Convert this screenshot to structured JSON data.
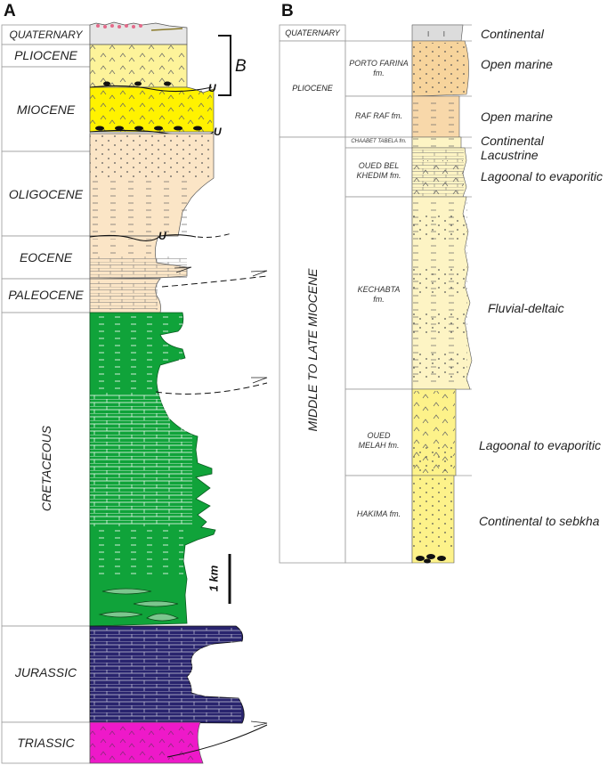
{
  "panels": {
    "a": "A",
    "b": "B"
  },
  "column_a": {
    "periods": [
      "QUATERNARY",
      "PLIOCENE",
      "MIOCENE",
      "OLIGOCENE",
      "EOCENE",
      "PALEOCENE",
      "CRETACEOUS",
      "JURASSIC",
      "TRIASSIC"
    ],
    "unconformity_mark": "U",
    "bracket_label": "B",
    "scale_label": "1 km"
  },
  "column_b": {
    "epochs": [
      "QUATERNARY",
      "PLIOCENE",
      "MIDDLE TO LATE MIOCENE"
    ],
    "formations": [
      "PORTO FARINA fm.",
      "RAF RAF fm.",
      "CHAABET TABELA fm.",
      "OUED BEL KHEDIM fm.",
      "KECHABTA fm.",
      "OUED MELAH fm.",
      "HAKIMA fm."
    ],
    "environments": [
      "Continental",
      "Open marine",
      "Open marine",
      "Continental",
      "Lacustrine",
      "Lagoonal to evaporitic",
      "Fluvial-deltaic",
      "Lagoonal to evaporitic",
      "Continental to sebkha"
    ]
  },
  "colors": {
    "pliocene": "#fdf39a",
    "miocene": "#fff200",
    "tertiary_sand": "#fbe5c6",
    "cretaceous": "#10a33a",
    "jurassic": "#29246e",
    "triassic": "#ee19c9",
    "quaternary": "#dcdcdc",
    "porto_farina": "#f7d49c",
    "raf_raf": "#f8d8aa",
    "miocene_b": "#fdf4c4",
    "evaporite_b": "#fdf28a"
  }
}
